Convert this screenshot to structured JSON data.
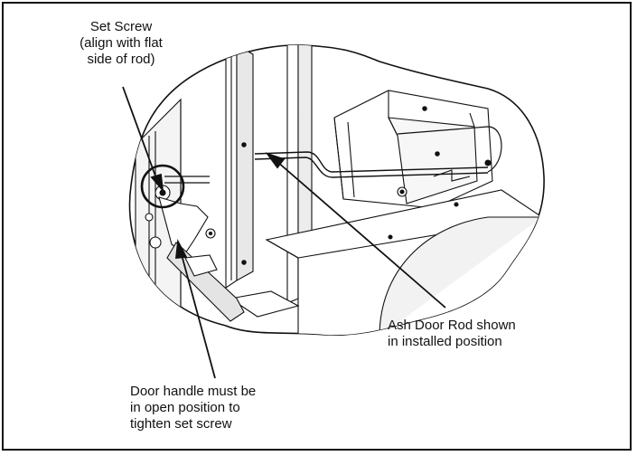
{
  "callouts": {
    "set_screw": {
      "lines": [
        "Set Screw",
        "(align with flat",
        "side of rod)"
      ]
    },
    "ash_door_rod": {
      "lines": [
        "Ash Door Rod shown",
        "in installed position"
      ]
    },
    "door_handle": {
      "lines": [
        "Door handle must be",
        "in open position to",
        "tighten set screw"
      ]
    }
  },
  "colors": {
    "ink": "#111111",
    "panel_fill": "#ffffff",
    "shade": "#d9d9d9"
  }
}
